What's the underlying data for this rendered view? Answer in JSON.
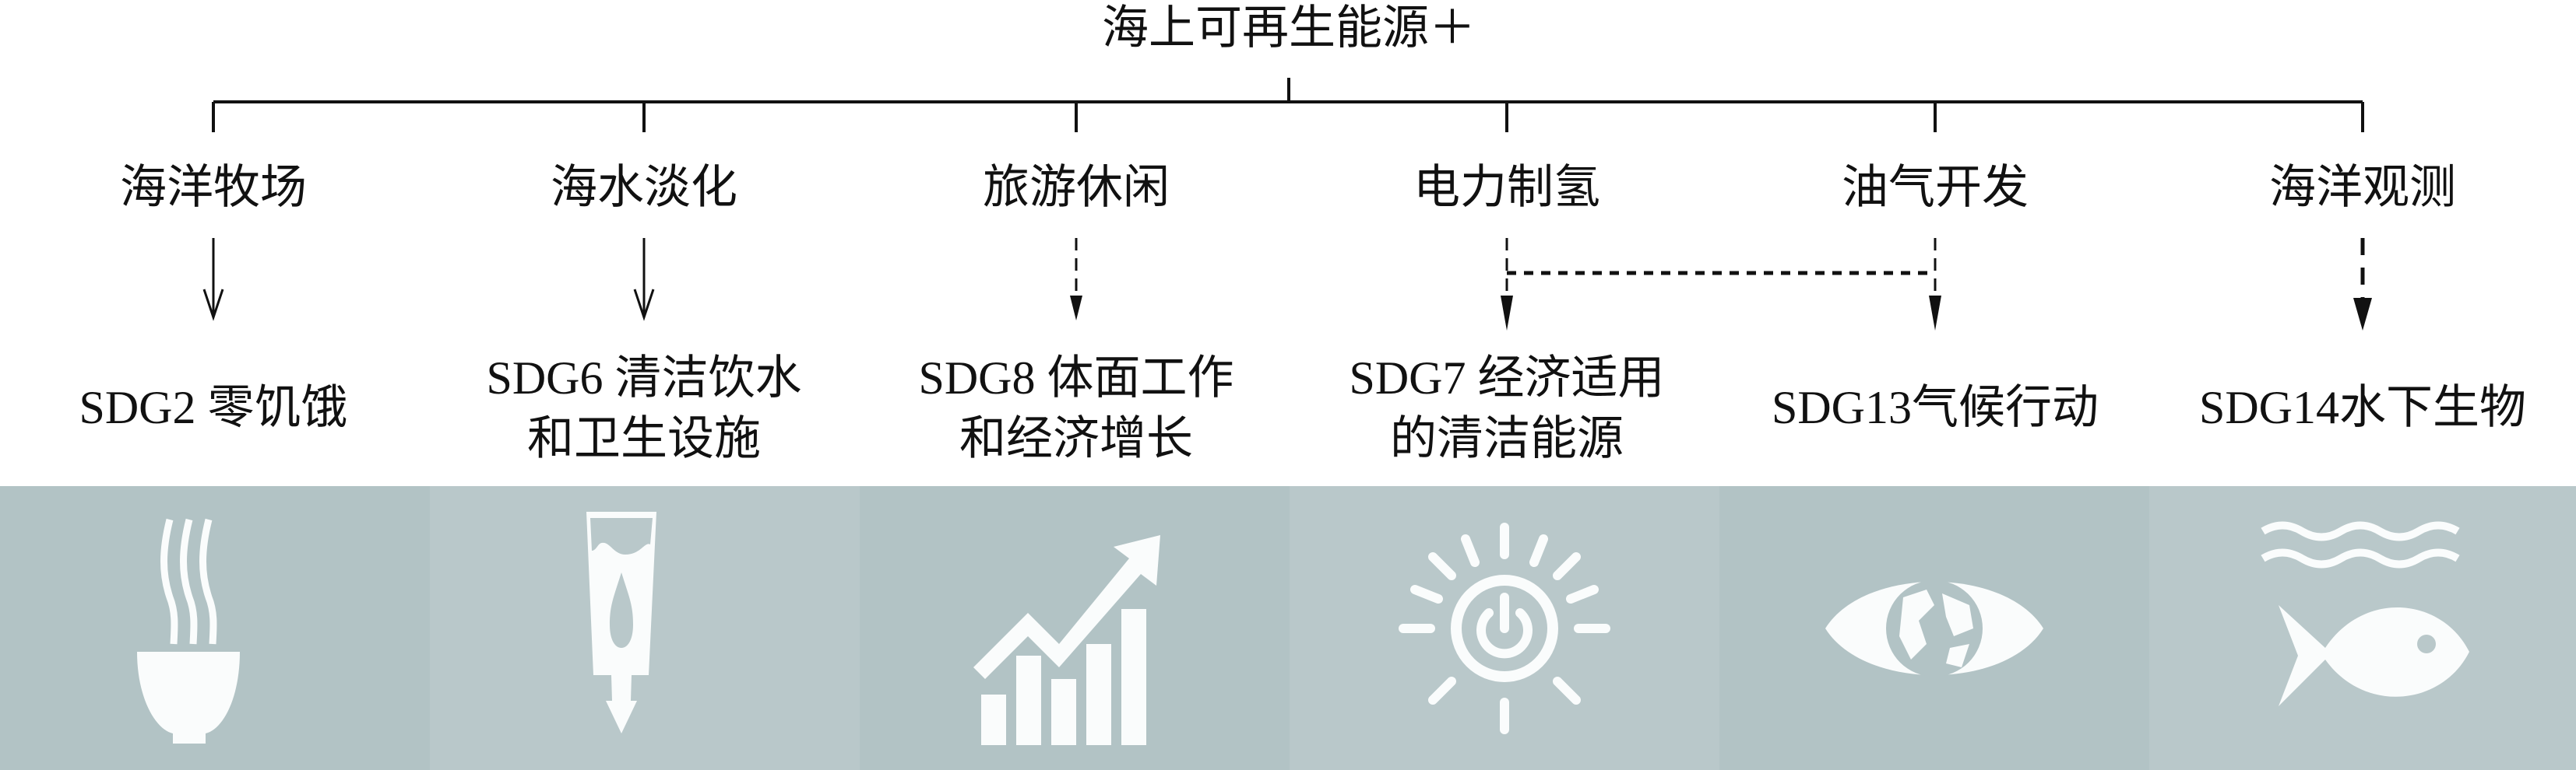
{
  "root": {
    "label": "海上可再生能源＋"
  },
  "branches": [
    {
      "label": "海洋牧场",
      "sdg": [
        "SDG2 零饥饿"
      ],
      "link": "solid",
      "icon": "bowl-icon"
    },
    {
      "label": "海水淡化",
      "sdg": [
        "SDG6 清洁饮水",
        "和卫生设施"
      ],
      "link": "solid",
      "icon": "water-glass-icon"
    },
    {
      "label": "旅游休闲",
      "sdg": [
        "SDG8 体面工作",
        "和经济增长"
      ],
      "link": "dashed",
      "icon": "growth-chart-icon"
    },
    {
      "label": "电力制氢",
      "sdg": [
        "SDG7 经济适用",
        "的清洁能源"
      ],
      "link": "dashed",
      "icon": "sun-power-icon"
    },
    {
      "label": "油气开发",
      "sdg": [
        "SDG13气候行动"
      ],
      "link": "dashed",
      "icon": "eye-globe-icon"
    },
    {
      "label": "海洋观测",
      "sdg": [
        "SDG14水下生物"
      ],
      "link": "dashed-bold",
      "icon": "fish-waves-icon"
    }
  ],
  "colors": {
    "panel_a": "#b2c3c5",
    "panel_b": "#b9c8ca",
    "icon": "#fafcfc",
    "line": "#111111"
  }
}
